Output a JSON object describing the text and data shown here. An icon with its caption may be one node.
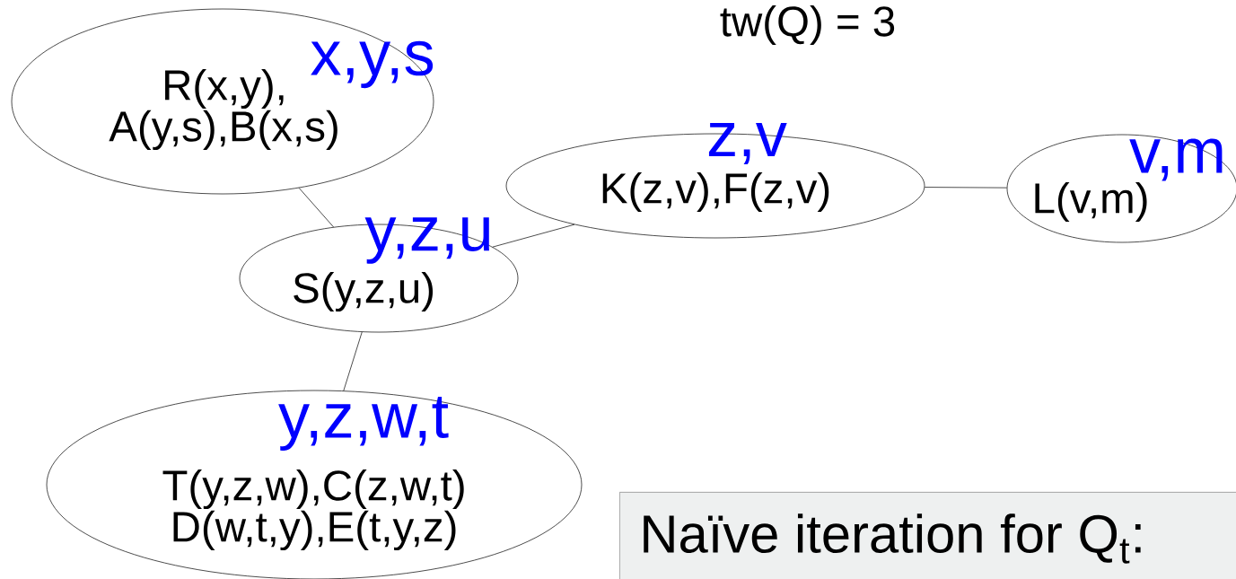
{
  "diagram": {
    "title": "tw(Q) = 3",
    "nodes": [
      {
        "text": [
          "R(x,y), A(y,s),B(x,s)",
          "x,y,s"
        ]
      },
      {
        "text": [
          "z,v",
          "K(z,v),F(z,v)"
        ]
      },
      {
        "text": [
          "v,m",
          "L(v,m)"
        ]
      },
      {
        "text": [
          "y,z,u",
          "S(y,z,u)"
        ]
      },
      {
        "text": [
          "y,z,w,t",
          "T(y,z,w),C(z,w,t) D(w,t,y),E(t,y,z)"
        ]
      },
      {
        "text": [
          "Naïve iteration for Q$_{t}$:"
        ]
      }
    ],
    "edges": [
      {
        "from": 0,
        "to": 3,
        "arrow": "none"
      },
      {
        "from": 3,
        "to": 1,
        "arrow": "none"
      },
      {
        "from": 1,
        "to": 2,
        "arrow": "none"
      },
      {
        "from": 3,
        "to": 4,
        "arrow": "none"
      }
    ]
  }
}
